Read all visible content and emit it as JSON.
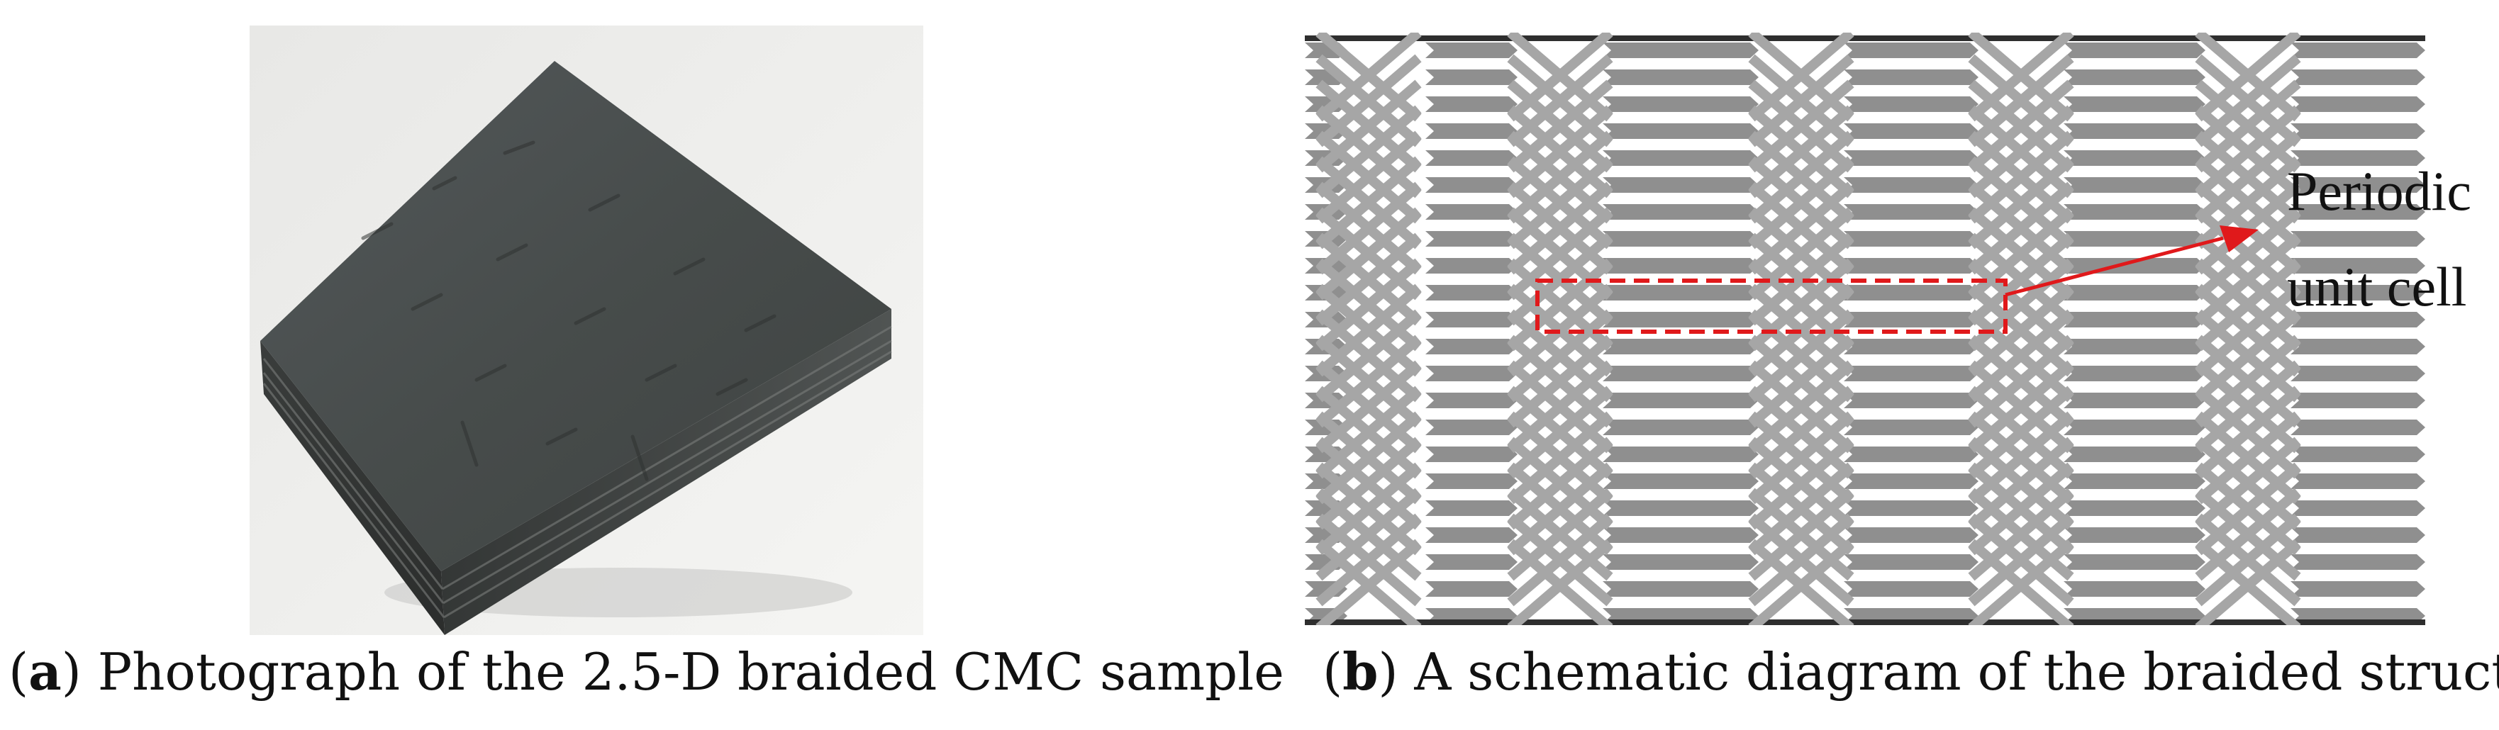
{
  "panel_a": {
    "caption_letter": "a",
    "caption_text": "Photograph of the 2.5-D braided CMC sample"
  },
  "panel_b": {
    "caption_letter": "b",
    "caption_text": "A schematic diagram of the braided structure",
    "annotation_line1": "Periodic",
    "annotation_line2": "unit cell"
  },
  "colors": {
    "weft": "#8f8f8f",
    "warp": "#a6a6a6",
    "dark_edge": "#2e2e2e",
    "highlight": "#e0191b",
    "sample_surface": "#4a4e4d",
    "background_photo": "#eeeeec"
  }
}
